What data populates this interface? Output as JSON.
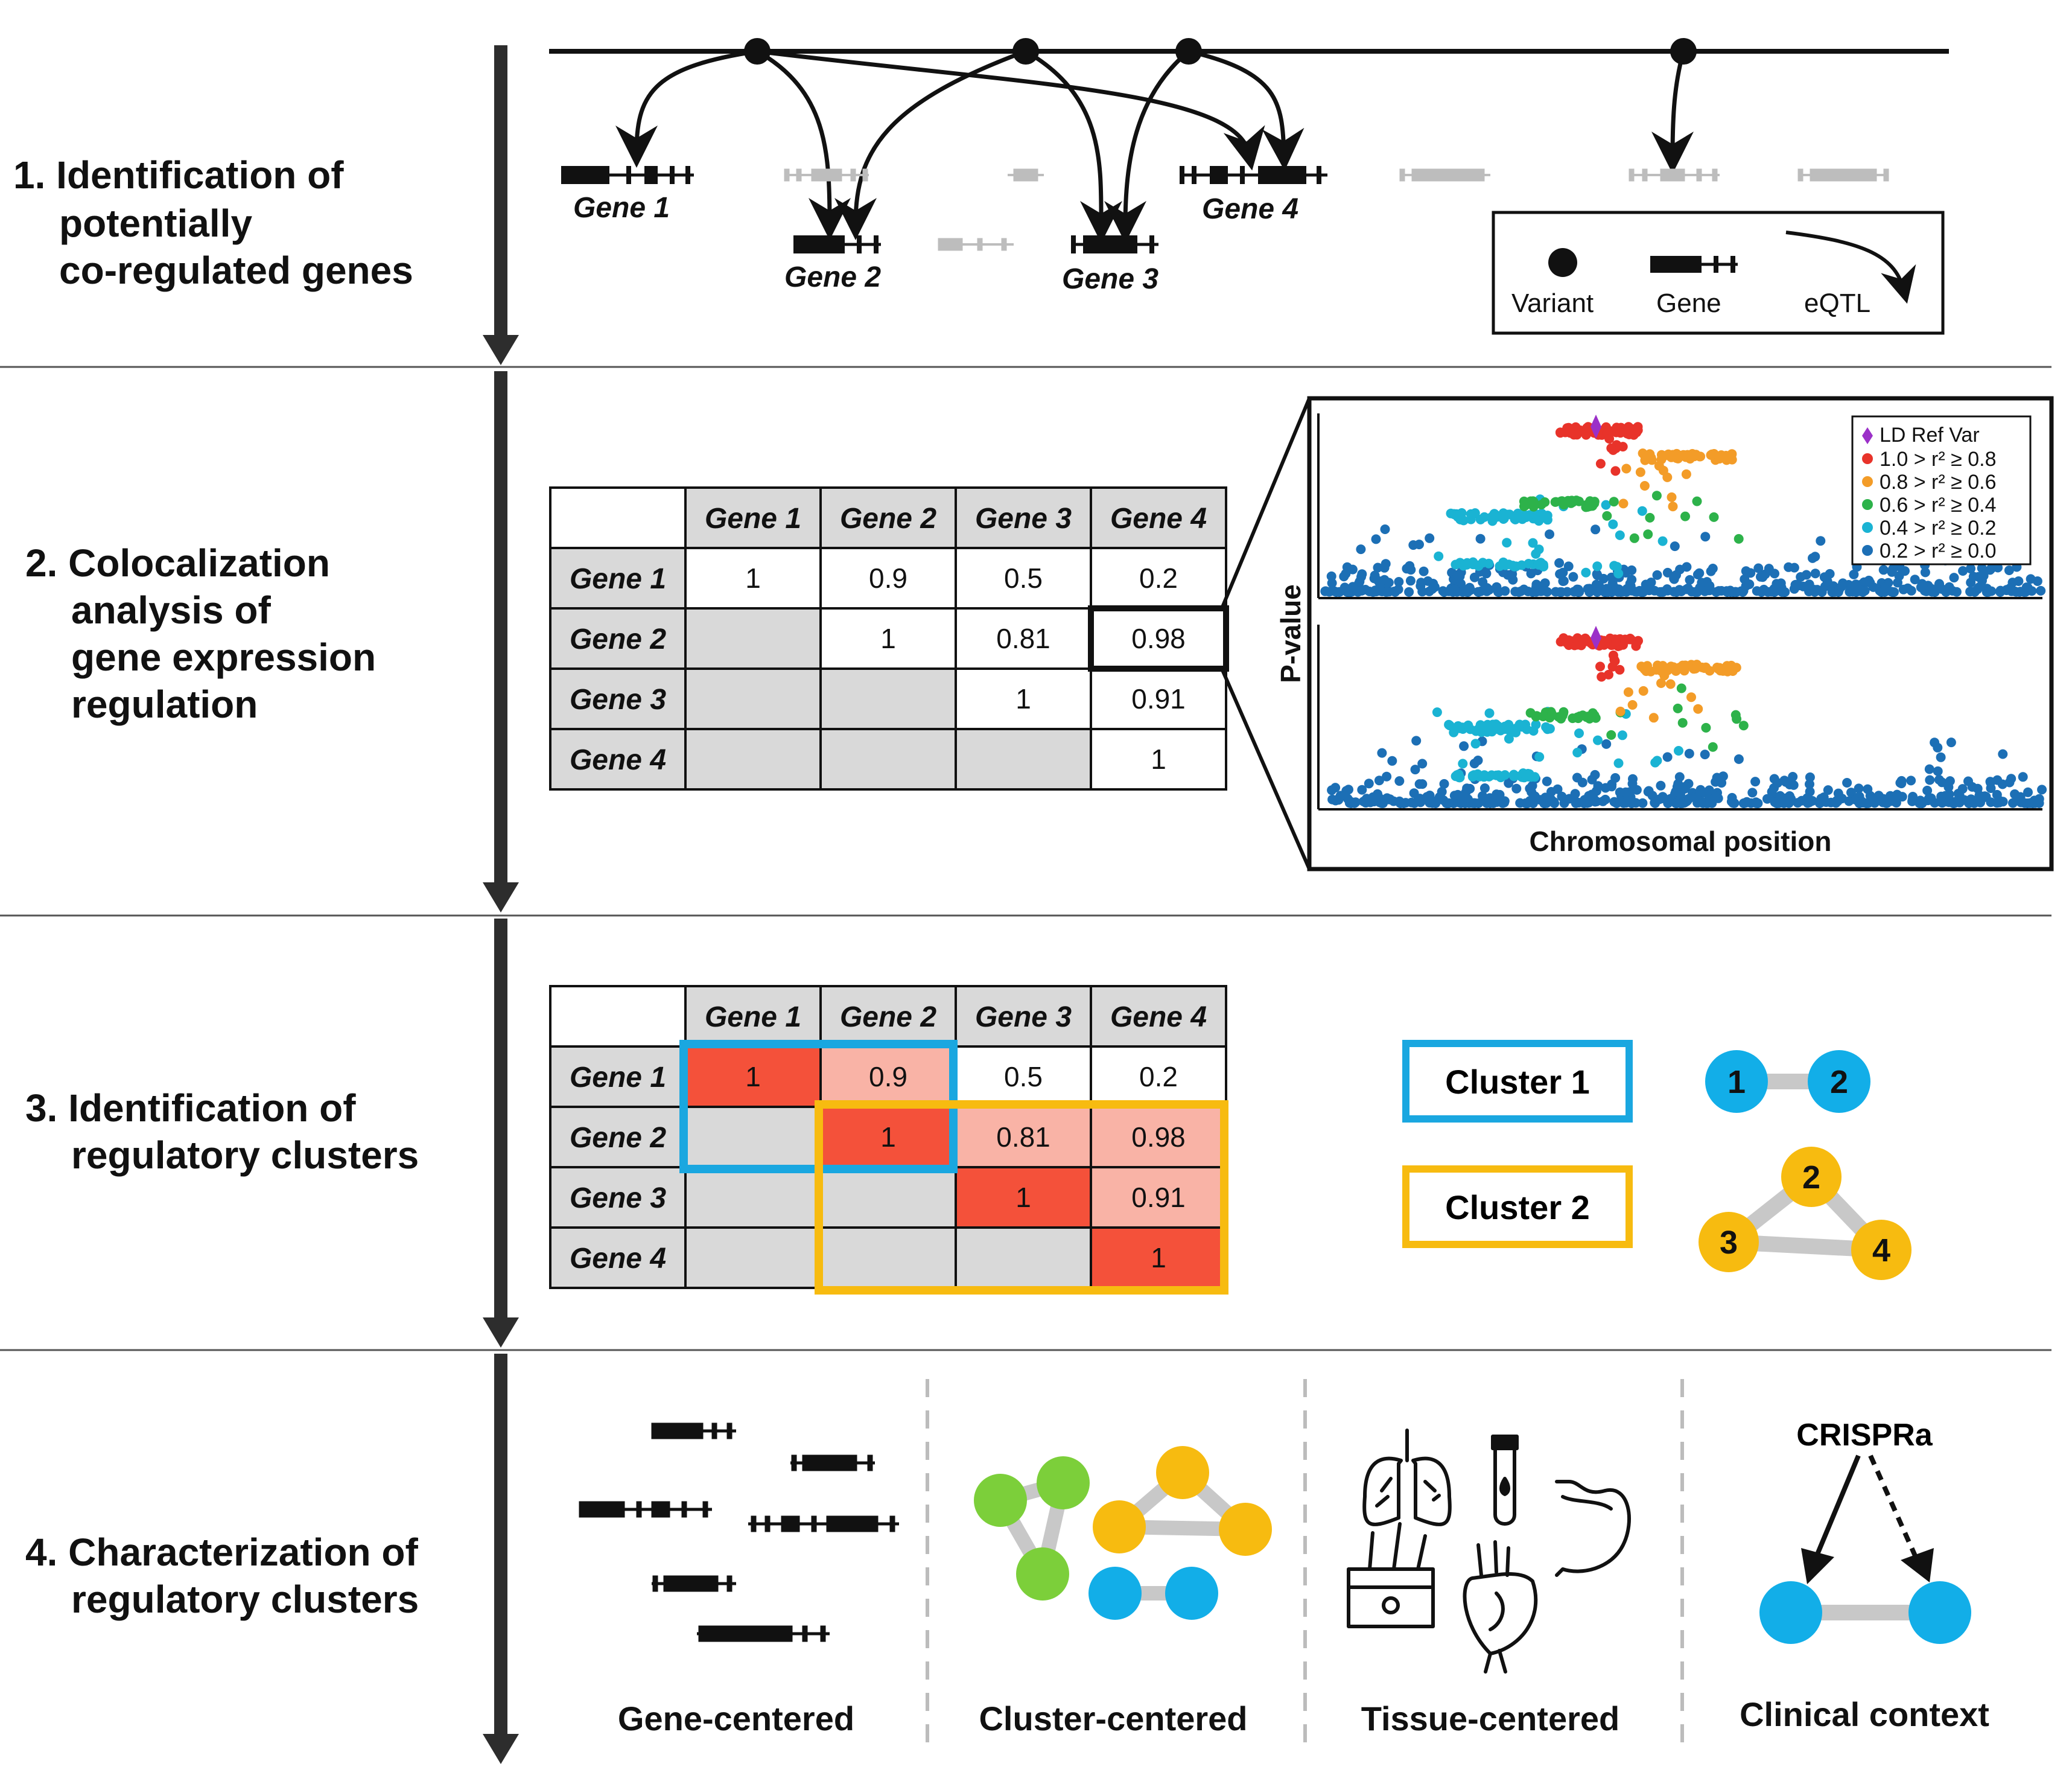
{
  "steps": [
    {
      "lines": [
        "1. Identification of",
        "potentially",
        "co-regulated genes"
      ]
    },
    {
      "lines": [
        "2. Colocalization",
        "analysis of",
        "gene expression",
        "regulation"
      ]
    },
    {
      "lines": [
        "3. Identification of",
        "regulatory clusters"
      ]
    },
    {
      "lines": [
        "4. Characterization of",
        "regulatory clusters"
      ]
    }
  ],
  "panel1": {
    "genes": [
      "Gene 1",
      "Gene 2",
      "Gene 3",
      "Gene 4"
    ],
    "legend": {
      "variant": "Variant",
      "gene": "Gene",
      "eqtl": "eQTL"
    }
  },
  "matrix": {
    "headers": [
      "Gene 1",
      "Gene 2",
      "Gene 3",
      "Gene 4"
    ],
    "rows": [
      [
        "1",
        "0.9",
        "0.5",
        "0.2"
      ],
      [
        "",
        "1",
        "0.81",
        "0.98"
      ],
      [
        "",
        "",
        "1",
        "0.91"
      ],
      [
        "",
        "",
        "",
        "1"
      ]
    ]
  },
  "locuszoom": {
    "ylabel": "P-value",
    "xlabel": "Chromosomal position",
    "legend": [
      "LD Ref Var",
      "1.0 > r² ≥ 0.8",
      "0.8 > r² ≥ 0.6",
      "0.6 > r² ≥ 0.4",
      "0.4 > r² ≥ 0.2",
      "0.2 > r² ≥ 0.0"
    ],
    "colors": [
      "#9b30c8",
      "#e8332a",
      "#f39c28",
      "#2db24a",
      "#1ab3d3",
      "#1c6fb5"
    ]
  },
  "clusters": {
    "cluster1": {
      "label": "Cluster 1",
      "color": "#1aa7e0",
      "nodes": [
        "1",
        "2"
      ]
    },
    "cluster2": {
      "label": "Cluster 2",
      "color": "#f7bb10",
      "nodes": [
        "2",
        "3",
        "4"
      ]
    }
  },
  "heat_colors": {
    "strong": "#f4513a",
    "light": "#f9b3a6",
    "grey": "#d9d9d9"
  },
  "panel4": {
    "categories": [
      "Gene-centered",
      "Cluster-centered",
      "Tissue-centered",
      "Clinical context"
    ],
    "crispr": "CRISPRa",
    "node_colors": {
      "green": "#7ccf3a",
      "yellow": "#f7bb10",
      "blue": "#12aee8"
    }
  }
}
